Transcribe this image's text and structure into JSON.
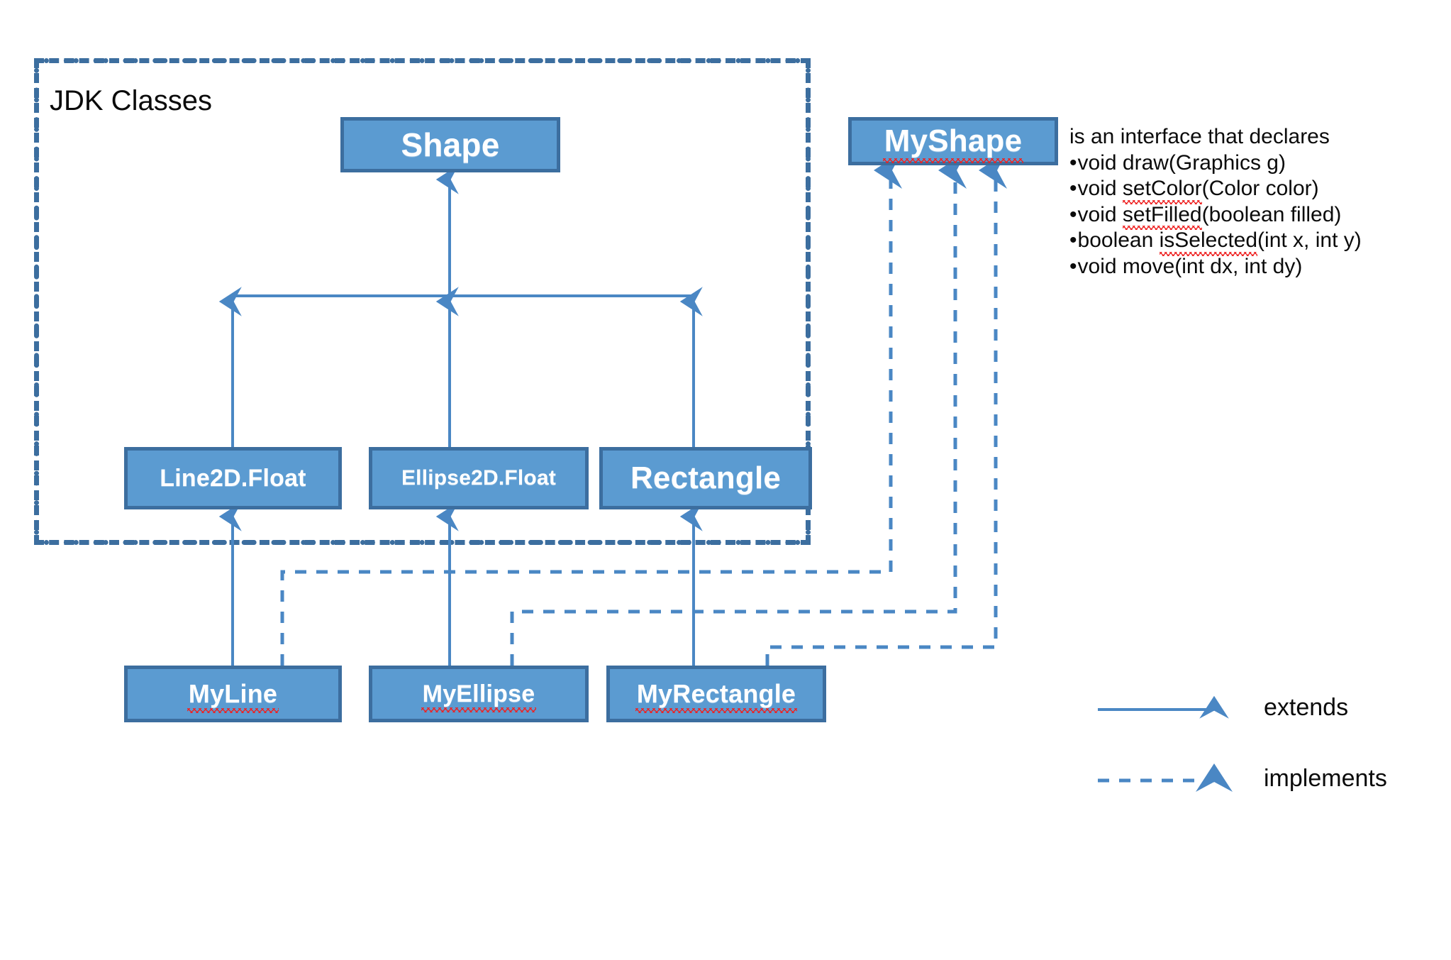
{
  "diagram": {
    "group_label": "JDK Classes",
    "colors": {
      "box_fill": "#5B9BD1",
      "box_border": "#3C6E9F",
      "connector": "#4A87C4",
      "group_border": "#3C6E9F",
      "spellcheck_underline": "#EE2222",
      "text_on_box": "#FFFFFF",
      "text_body": "#0B0B0B",
      "background": "#FFFFFF"
    },
    "nodes": [
      {
        "id": "shape",
        "label": "Shape",
        "misspelled": false
      },
      {
        "id": "myshape",
        "label": "MyShape",
        "misspelled": true
      },
      {
        "id": "line2d",
        "label": "Line2D.Float",
        "misspelled": false
      },
      {
        "id": "ellipse2d",
        "label": "Ellipse2D.Float",
        "misspelled": false
      },
      {
        "id": "rectangle",
        "label": "Rectangle",
        "misspelled": false
      },
      {
        "id": "myline",
        "label": "MyLine",
        "misspelled": true
      },
      {
        "id": "myellipse",
        "label": "MyEllipse",
        "misspelled": true
      },
      {
        "id": "myrectangle",
        "label": "MyRectangle",
        "misspelled": true
      }
    ],
    "edges": [
      {
        "from": "line2d",
        "to": "shape",
        "kind": "extends"
      },
      {
        "from": "ellipse2d",
        "to": "shape",
        "kind": "extends"
      },
      {
        "from": "rectangle",
        "to": "shape",
        "kind": "extends"
      },
      {
        "from": "myline",
        "to": "line2d",
        "kind": "extends"
      },
      {
        "from": "myellipse",
        "to": "ellipse2d",
        "kind": "extends"
      },
      {
        "from": "myrectangle",
        "to": "rectangle",
        "kind": "extends"
      },
      {
        "from": "myline",
        "to": "myshape",
        "kind": "implements"
      },
      {
        "from": "myellipse",
        "to": "myshape",
        "kind": "implements"
      },
      {
        "from": "myrectangle",
        "to": "myshape",
        "kind": "implements"
      }
    ]
  },
  "interface_note": {
    "lead": "is an interface that declares",
    "methods": [
      {
        "prefix": "void ",
        "name": "draw",
        "misspelled": false,
        "args_plain": "(Graphics g)",
        "args": []
      },
      {
        "prefix": "void ",
        "name": "setColor",
        "misspelled": true,
        "args_plain": "(Color color)",
        "args": []
      },
      {
        "prefix": "void ",
        "name": "setFilled",
        "misspelled": true,
        "args_plain": "(boolean filled)",
        "args": []
      },
      {
        "prefix": "boolean ",
        "name": "isSelected",
        "misspelled": true,
        "args_plain": "(int x, int y)",
        "args": []
      },
      {
        "prefix": "void ",
        "name": "move",
        "misspelled": false,
        "args_plain": "(int dx, int dy)",
        "args": []
      }
    ],
    "lines": [
      "is an interface that declares",
      "•void draw(Graphics g)",
      "•void setColor(Color color)",
      "•void setFilled(boolean filled)",
      "•boolean isSelected(int x, int y)",
      "•void move(int dx, int dy)"
    ]
  },
  "legend": {
    "extends_label": "extends",
    "implements_label": "implements"
  }
}
